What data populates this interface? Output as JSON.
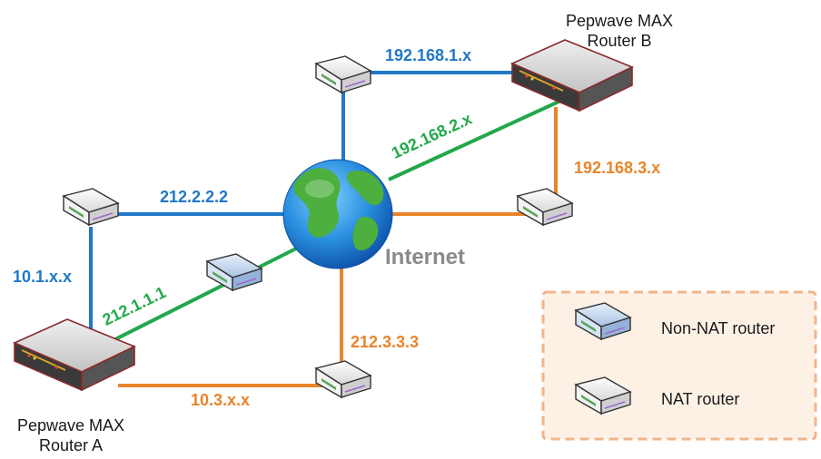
{
  "colors": {
    "blue": "#1f78c8",
    "green": "#22a84a",
    "orange": "#e8842a",
    "legend_border": "#f2b48a",
    "legend_fill": "#fdf1e6",
    "internet_text": "#8a8a8a"
  },
  "routers": {
    "router_a": {
      "line1": "Pepwave MAX",
      "line2": "Router A"
    },
    "router_b": {
      "line1": "Pepwave MAX",
      "line2": "Router B"
    }
  },
  "internet_label": "Internet",
  "links": {
    "top": "192.168.1.x",
    "diagonal_b": "192.168.2.x",
    "right": "192.168.3.x",
    "mid_left": "212.2.2.2",
    "left": "10.1.x.x",
    "diagonal_a": "212.1.1.1",
    "bottom_right": "212.3.3.3",
    "bottom": "10.3.x.x"
  },
  "legend": {
    "non_nat": "Non-NAT router",
    "nat": "NAT router"
  },
  "icons": {
    "nat_router": "nat-router-icon",
    "non_nat_router": "non-nat-router-icon",
    "pepwave_router": "pepwave-router-icon",
    "globe": "globe-icon"
  }
}
